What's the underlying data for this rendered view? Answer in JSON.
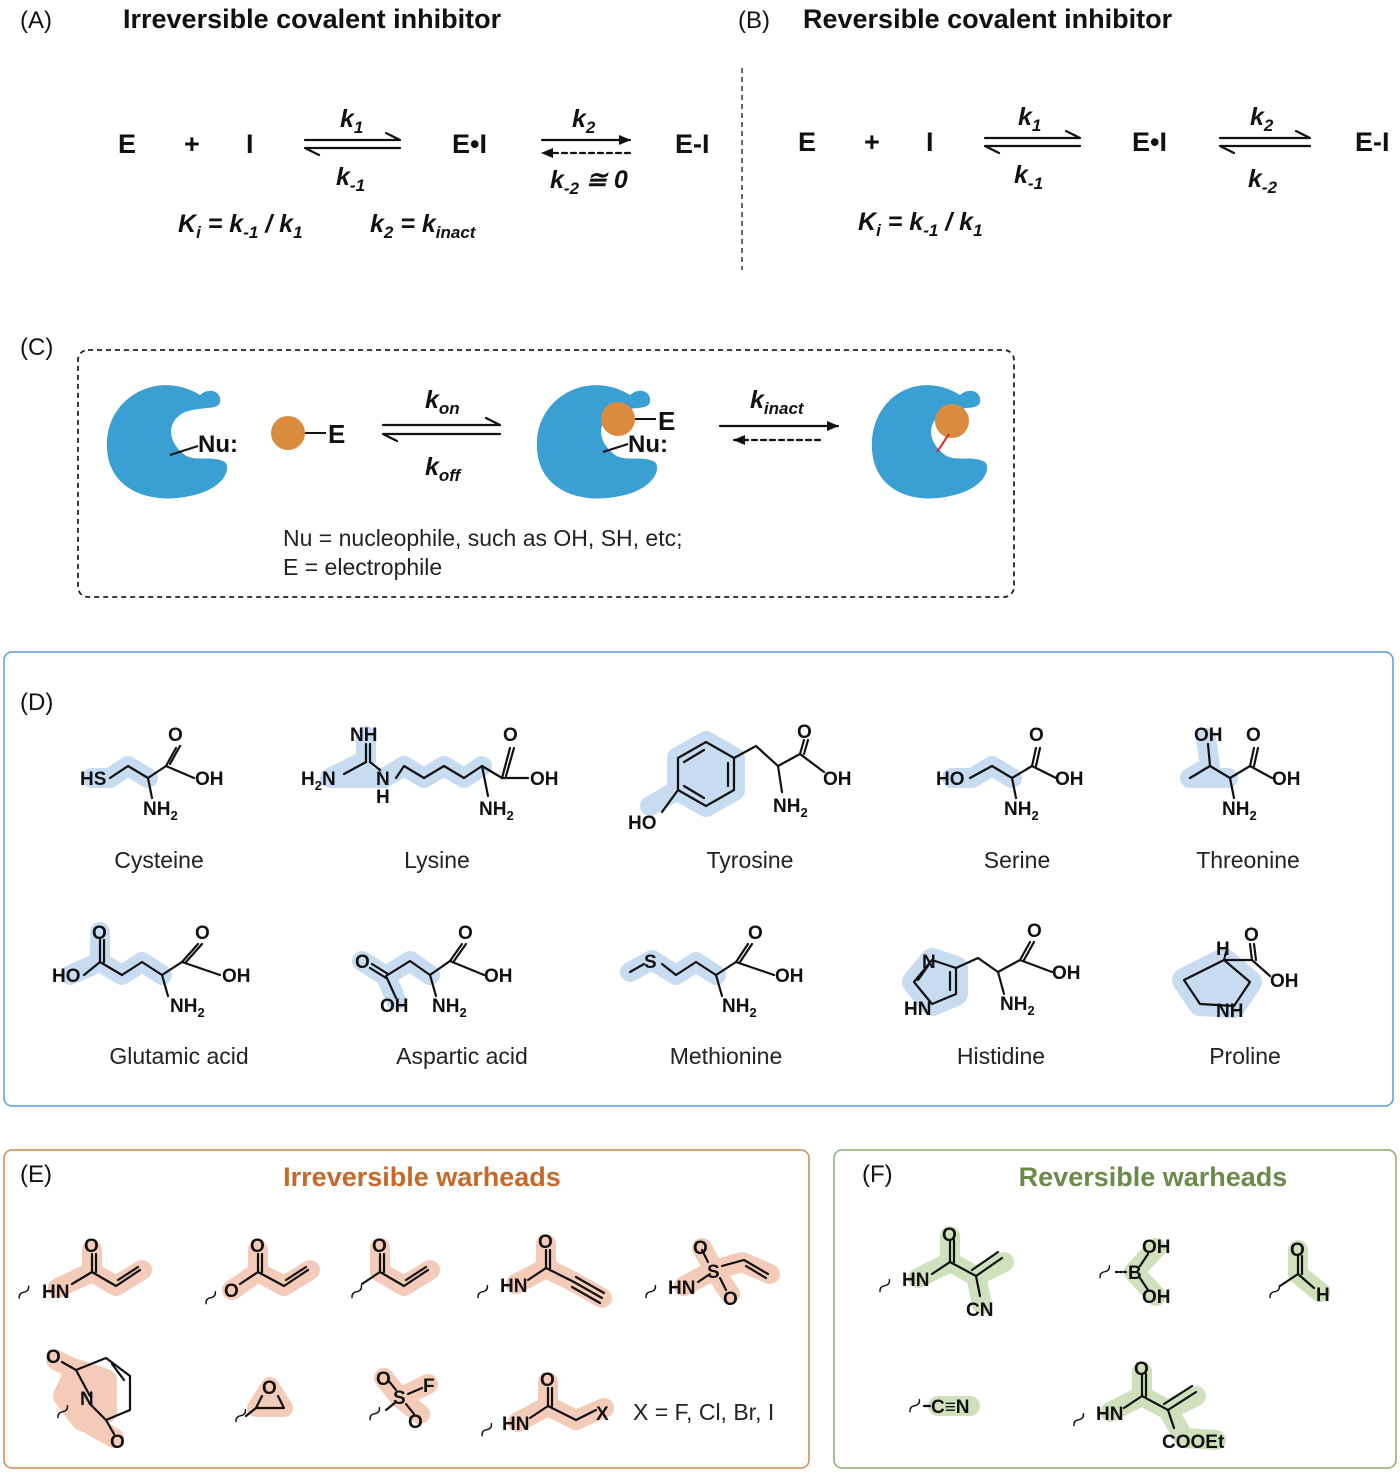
{
  "panelA": {
    "label": "(A)",
    "title": "Irreversible covalent inhibitor",
    "E": "E",
    "plus": "+",
    "I": "I",
    "EI_complex": "E•I",
    "EI_covalent": "E-I",
    "k1": "k",
    "k1_sub": "1",
    "km1": "k",
    "km1_sub": "-1",
    "k2": "k",
    "k2_sub": "2",
    "km2": "k",
    "km2_sub": "-2",
    "km2_tail": " ≅ 0",
    "Ki_text": "K",
    "Ki_sub": "i",
    "Ki_eq": " = k",
    "Ki_eq_sub1": "-1",
    "Ki_eq_mid": " / k",
    "Ki_eq_sub2": "1",
    "k2eq": "k",
    "k2eq_sub": "2",
    "k2eq_mid": " = k",
    "k2eq_sub2": "inact"
  },
  "panelB": {
    "label": "(B)",
    "title": "Reversible covalent inhibitor",
    "E": "E",
    "plus": "+",
    "I": "I",
    "EI_complex": "E•I",
    "EI_covalent": "E-I",
    "k1": "k",
    "k1_sub": "1",
    "km1": "k",
    "km1_sub": "-1",
    "k2": "k",
    "k2_sub": "2",
    "km2": "k",
    "km2_sub": "-2",
    "Ki_text": "K",
    "Ki_sub": "i",
    "Ki_eq": " = k",
    "Ki_eq_sub1": "-1",
    "Ki_eq_mid": " / k",
    "Ki_eq_sub2": "1"
  },
  "panelC": {
    "label": "(C)",
    "nu": "Nu:",
    "electrophile": "E",
    "kon": "k",
    "kon_sub": "on",
    "koff": "k",
    "koff_sub": "off",
    "kinact": "k",
    "kinact_sub": "inact",
    "legend1": "Nu = nucleophile, such as OH, SH, etc;",
    "legend2": "E = electrophile",
    "colors": {
      "enzyme": "#3a9fd2",
      "ligand": "#d98b3e",
      "bond": "#e02020"
    }
  },
  "panelD": {
    "label": "(D)",
    "amino_acids": [
      "Cysteine",
      "Lysine",
      "Tyrosine",
      "Serine",
      "Threonine",
      "Glutamic acid",
      "Aspartic acid",
      "Methionine",
      "Histidine",
      "Proline"
    ],
    "highlight_color": "#c7dcf1",
    "border_color": "#5b9bd5"
  },
  "panelE": {
    "label": "(E)",
    "title": "Irreversible warheads",
    "halogen_note": "X = F, Cl, Br, I",
    "highlight_color": "#f4cbb8",
    "border_color": "#c98a4e"
  },
  "panelF": {
    "label": "(F)",
    "title": "Reversible warheads",
    "highlight_color": "#cfe0bd",
    "border_color": "#8aab6a"
  }
}
